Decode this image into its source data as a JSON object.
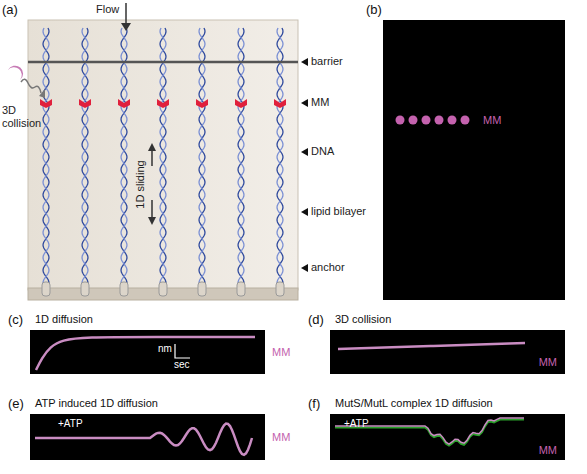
{
  "diagram": {
    "nodes": [
      {
        "text": [
          "MM"
        ]
      },
      {
        "text": [
          "1D diffusion",
          "MM"
        ]
      },
      {
        "text": [
          "3D collision",
          "MM"
        ]
      },
      {
        "text": [
          "ATP induced 1D diffusion",
          "+ATP",
          "MM"
        ]
      },
      {
        "text": [
          "MutS/MutL complex 1D diffusion",
          "+ATP",
          "MM"
        ]
      }
    ],
    "labels": [
      "(a)",
      "Flow",
      "barrier",
      "3D collision",
      "MM",
      "DNA",
      "1D sliding",
      "lipid bilayer",
      "anchor",
      "(b)",
      "(c)",
      "nm",
      "sec",
      "(d)",
      "(e)",
      "(f)"
    ]
  }
}
